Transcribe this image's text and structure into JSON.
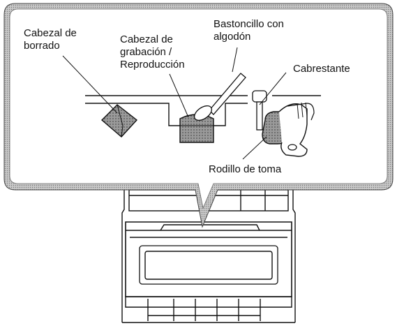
{
  "labels": {
    "erase_head_line1": "Cabezal de",
    "erase_head_line2": "borrado",
    "record_head_line1": "Cabezal de",
    "record_head_line2": "grabación /",
    "record_head_line3": "Reproducción",
    "swab_line1": "Bastoncillo con",
    "swab_line2": "algodón",
    "capstan": "Cabrestante",
    "pinch_roller": "Rodillo de toma"
  }
}
